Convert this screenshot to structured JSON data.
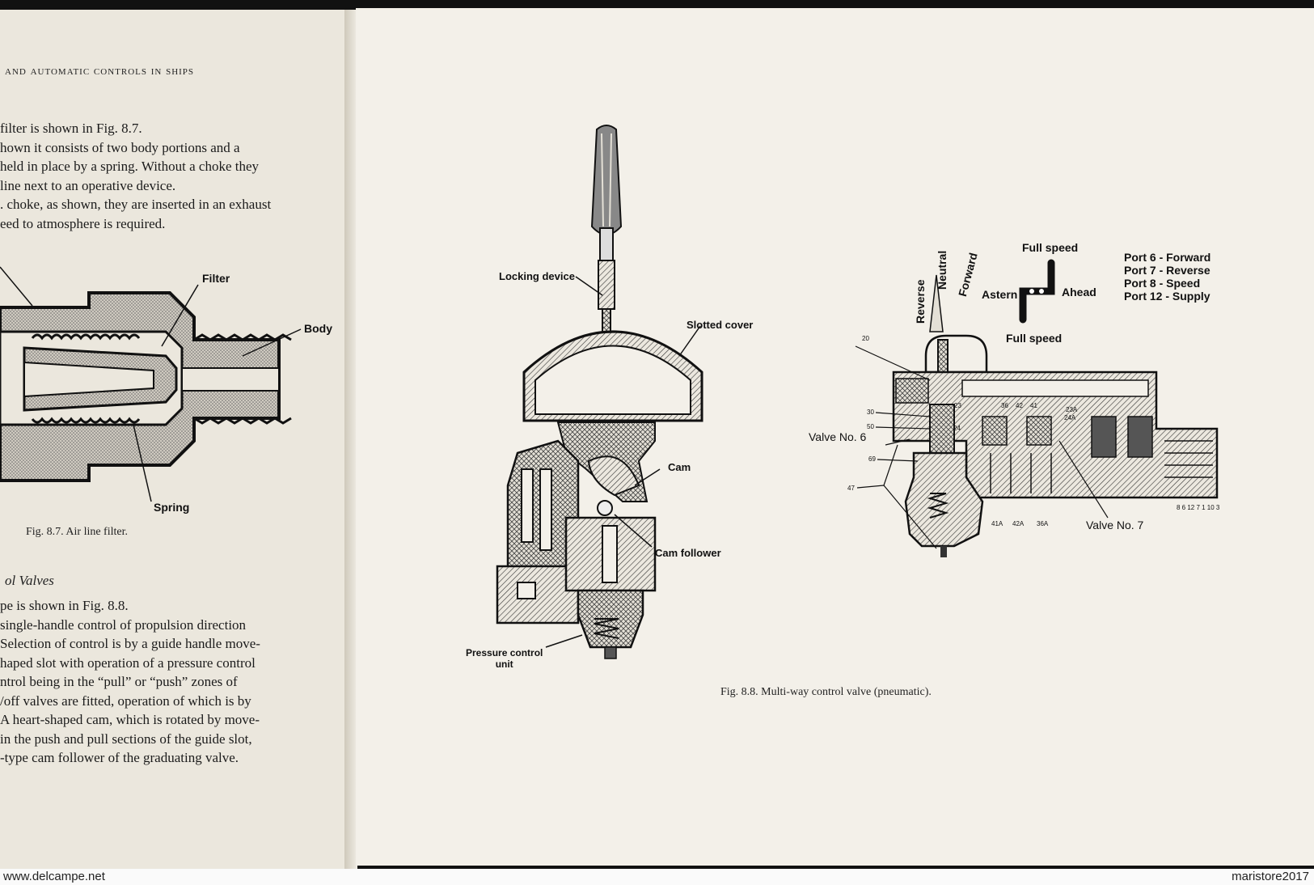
{
  "left_page": {
    "header": "and automatic controls in ships",
    "paragraph1": [
      "filter is shown in Fig. 8.7.",
      "hown it consists of two body portions and a",
      "held in place by a spring. Without a choke they",
      "line next to an operative device.",
      ". choke, as shown, they are inserted in an exhaust",
      "eed to atmosphere is required."
    ],
    "figure_labels": {
      "filter": "Filter",
      "body": "Body",
      "spring": "Spring"
    },
    "caption": "Fig. 8.7. Air line filter.",
    "section_heading": "ol Valves",
    "paragraph2": [
      "pe is shown in Fig. 8.8.",
      "single-handle control of propulsion direction",
      "Selection of control is by a guide handle move-",
      "haped slot with operation of a pressure control",
      "ntrol being in the “pull” or “push” zones of",
      "/off valves are fitted, operation of which is by",
      "A heart-shaped cam, which is rotated by move-",
      "in the push and pull sections of the guide slot,",
      "-type cam follower of the graduating valve."
    ]
  },
  "right_page": {
    "labels": {
      "locking_device": "Locking device",
      "slotted_cover": "Slotted cover",
      "cam": "Cam",
      "cam_follower": "Cam follower",
      "pressure_control_line1": "Pressure control",
      "pressure_control_line2": "unit",
      "reverse": "Reverse",
      "neutral": "Neutral",
      "forward": "Forward",
      "full_speed_top": "Full speed",
      "full_speed_bottom": "Full speed",
      "astern": "Astern",
      "ahead": "Ahead",
      "valve6": "Valve No. 6",
      "valve7": "Valve No. 7"
    },
    "ports": [
      "Port 6 - Forward",
      "Port 7 - Reverse",
      "Port 8 - Speed",
      "Port 12 - Supply"
    ],
    "part_numbers": {
      "n20": "20",
      "n30": "30",
      "n50": "50",
      "n69": "69",
      "n47": "47",
      "n23": "23",
      "n24": "24",
      "n36": "36",
      "n42": "42",
      "n41": "41",
      "n23a": "23A",
      "n24a": "24A",
      "n41a": "41A",
      "n42a": "42A",
      "n36a": "36A",
      "port_numbers": "8 6 12 7 1 10 3"
    },
    "caption": "Fig. 8.8. Multi-way control valve (pneumatic)."
  },
  "footer": {
    "left": "www.delcampe.net",
    "right": "maristore2017"
  }
}
